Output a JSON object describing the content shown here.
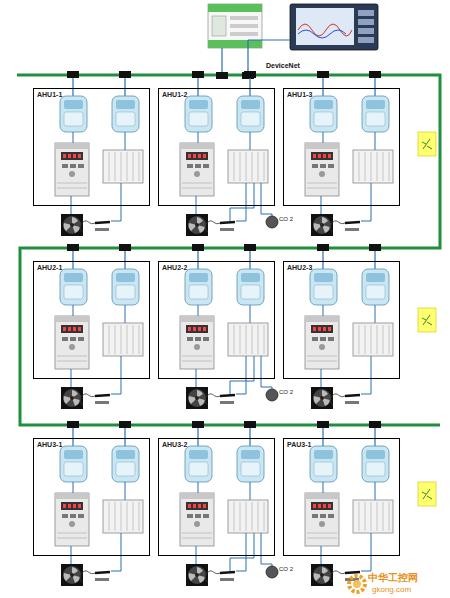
{
  "diagram": {
    "nodes": [
      {
        "text": [
          "AHU1-1"
        ]
      },
      {
        "text": [
          "AHU1-2"
        ]
      },
      {
        "text": [
          "AHU1-3"
        ]
      },
      {
        "text": [
          "AHU2-1"
        ]
      },
      {
        "text": [
          "AHU2-2"
        ]
      },
      {
        "text": [
          "AHU2-3"
        ]
      },
      {
        "text": [
          "AHU3-1"
        ]
      },
      {
        "text": [
          "AHU3-2"
        ]
      },
      {
        "text": [
          "PAU3-1"
        ]
      }
    ],
    "labels": [
      "DeviceNet",
      "CO 2",
      "CO 2",
      "CO 2",
      "中华工控网",
      "gkong.com"
    ]
  }
}
